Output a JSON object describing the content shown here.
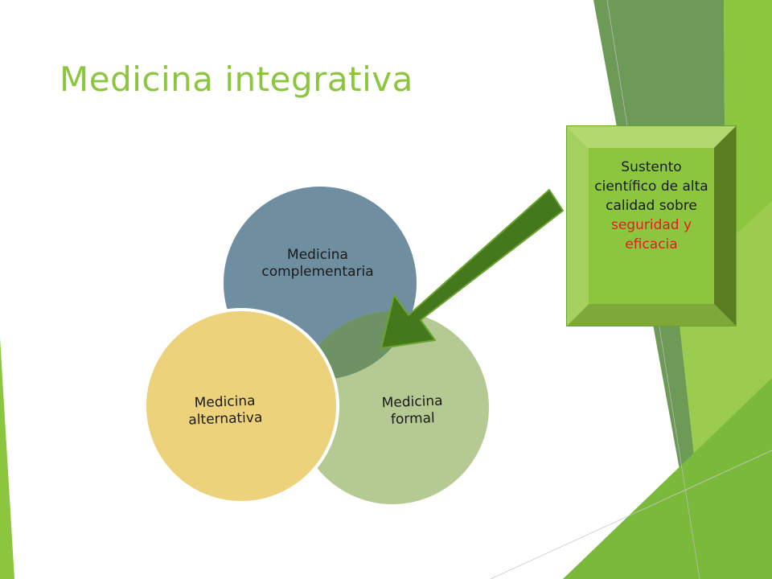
{
  "slide": {
    "title": "Medicina integrativa"
  },
  "venn": {
    "circles": [
      {
        "id": "complementaria",
        "label": "Medicina complementaria",
        "color": "#6f8fa0"
      },
      {
        "id": "formal",
        "label": "Medicina formal",
        "color": "#b5ca92"
      },
      {
        "id": "alternativa",
        "label": "Medicina alternativa",
        "color": "#ecd37b"
      }
    ],
    "overlap_color": "#6e9263"
  },
  "callout": {
    "text_main": "Sustento científico de alta calidad sobre",
    "text_highlight": "seguridad y eficacia",
    "face_color": "#8cc63f",
    "bevel_light": "#b2d86e",
    "bevel_dark": "#5a7d1f",
    "highlight_color": "#e31b23"
  },
  "arrow": {
    "color": "#43781d"
  },
  "theme": {
    "accent": "#8cc63f",
    "dark_green": "#6aa32d",
    "slate_green": "#6e9a58"
  }
}
